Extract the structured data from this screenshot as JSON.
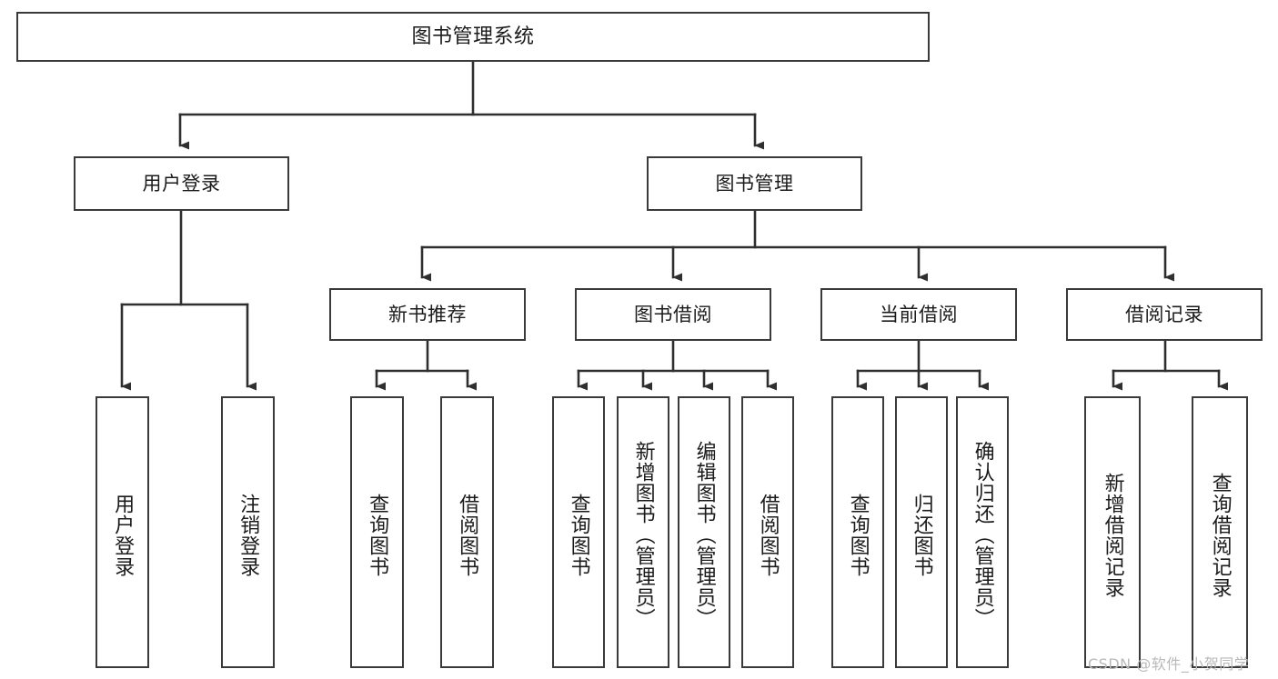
{
  "diagram": {
    "title": "图书管理系统",
    "type": "tree-hierarchy",
    "watermark": "CSDN @软件_小贺同学",
    "colors": {
      "box_border": "#3a3a3a",
      "box_fill": "#ffffff",
      "edge": "#2f2f2f",
      "text": "#1b1b1b",
      "watermark": "#b9b9b9",
      "background": "#ffffff"
    },
    "levels": {
      "root": "图书管理系统",
      "level2": [
        "用户登录",
        "图书管理"
      ],
      "level3": [
        "新书推荐",
        "图书借阅",
        "当前借阅",
        "借阅记录"
      ]
    },
    "nodes": {
      "root": {
        "label": "图书管理系统"
      },
      "user_login": {
        "label": "用户登录"
      },
      "book_manage": {
        "label": "图书管理"
      },
      "new_book_rec": {
        "label": "新书推荐"
      },
      "book_borrow": {
        "label": "图书借阅"
      },
      "current_borrow": {
        "label": "当前借阅"
      },
      "borrow_record": {
        "label": "借阅记录"
      },
      "leaf_user_login": {
        "label": "用户登录"
      },
      "leaf_logout": {
        "label": "注销登录"
      },
      "leaf_query_book_1": {
        "label": "查询图书"
      },
      "leaf_borrow_book_1": {
        "label": "借阅图书"
      },
      "leaf_query_book_2": {
        "label": "查询图书"
      },
      "leaf_add_book": {
        "label": "新增图书（管理员）"
      },
      "leaf_edit_book": {
        "label": "编辑图书（管理员）"
      },
      "leaf_borrow_book_2": {
        "label": "借阅图书"
      },
      "leaf_query_book_3": {
        "label": "查询图书"
      },
      "leaf_return_book": {
        "label": "归还图书"
      },
      "leaf_confirm_return": {
        "label": "确认归还（管理员）"
      },
      "leaf_add_record": {
        "label": "新增借阅记录"
      },
      "leaf_query_record": {
        "label": "查询借阅记录"
      }
    }
  }
}
